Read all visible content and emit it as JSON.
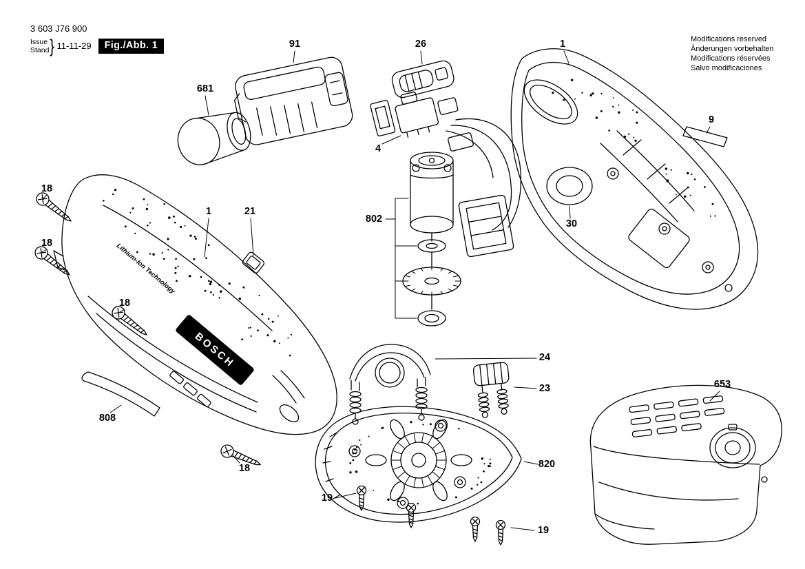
{
  "header": {
    "part_number": "3 603 J76 900",
    "issue_label": "Issue",
    "stand_label": "Stand",
    "brace": "}",
    "date": "11-11-29",
    "figure_label": "Fig./Abb. 1"
  },
  "notes": {
    "line1": "Modifications reserved",
    "line2": "Änderungen vorbehalten",
    "line3": "Modifications réservées",
    "line4": "Salvo modificaciones"
  },
  "device": {
    "brand": "BOSCH",
    "tech_label": "Lithium-Ion Technology"
  },
  "callouts": {
    "battery": "91",
    "cover": "26",
    "housing_right": "1",
    "nozzle": "681",
    "strip_right": "9",
    "switch": "4",
    "motor_assembly": "802",
    "seal_ring": "30",
    "housing_left": "1",
    "slider": "21",
    "screw_housing": "18",
    "strip_left": "808",
    "clamp_front": "24",
    "clamp_rear": "23",
    "sanding_plate": "820",
    "screw_plate": "19",
    "charger": "653"
  }
}
